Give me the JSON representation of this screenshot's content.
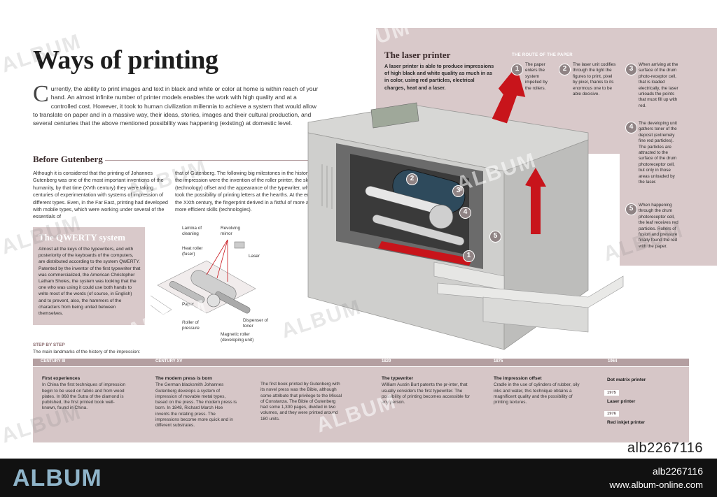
{
  "title": "Ways of printing",
  "intro": {
    "dropcap": "C",
    "text": "urrently, the ability to print images and text in black and white or color at home is within reach of your hand. An almost infinite number of printer models enables the work with high quality and at a controlled cost. However, it took to human civilization millennia to achieve a system that would allow to translate on paper and in a massive way, their ideas, stories, images and their cultural production, and several centuries that the above mentioned possibility was happening (existing) at domestic level."
  },
  "gutenberg": {
    "heading": "Before Gutenberg",
    "col1": "Although it is considered that the printing of Johannes Gutenberg was one of the most important inventions of the humanity, by that time (XVth century) they were taking centuries of experimentation with systems of impression of different types. Even, in the Far East, printing had developed with mobile types, which were working under several of the essentials of",
    "col2": "that of Gutenberg. The following big milestones in the history of the impression were the invention of the roller printer, the skill (technology) offset and the appearance of the typewriter, which took the possibility of printing letters at the hearths. At the end of the XXth century, the fingerprint derived in a fistful of more and more efficient skills (technologies)."
  },
  "qwerty": {
    "heading": "The QWERTY system",
    "text": "Almost all the keys of the typewriters, and with posteriority of the keyboards of the computers, are distributed according to the system QWERTY. Patented by the inventor of the first typewriter that was commercialized, the American Christopher Latham Sholes, the system was looking that the one who was using it could use both hands to write most of the words (of course, in English) and to prevent, also, the hammers of the characters from being united between themselves."
  },
  "diagram_labels": {
    "lamina": "Lamina of cleaning",
    "mirror": "Revolving mirror",
    "heat": "Heat roller (fuser)",
    "laser": "Laser",
    "paper": "Paper",
    "roller": "Roller of pressure",
    "magnetic": "Magnetic roller (developing unit)",
    "dispenser": "Dispenser of toner"
  },
  "laser": {
    "heading": "The laser printer",
    "text": "A laser printer is able to produce impressions of high black and white quality as much in as in color, using red particles, electrical charges, heat and a laser."
  },
  "route": {
    "title": "THE ROUTE OF THE PAPER",
    "steps": [
      {
        "num": "1",
        "text": "The paper enters the system impelled by the rollers."
      },
      {
        "num": "2",
        "text": "The laser unit codifies through the light the figures to print, pixel by pixel, thanks to its enormous one to be able decisive."
      },
      {
        "num": "3",
        "text": "When arriving at the surface of the drum photo-receptor cell, that is loaded electrically, the laser unloads the points that must fill up with red."
      },
      {
        "num": "4",
        "text": "The developing unit gathers toner of the deposit (extremely fine red particles). The particles are attracted to the surface of the drum photoreceptor cell, but only in those areas unloaded by the laser."
      },
      {
        "num": "5",
        "text": "When happening through the drum photoreceptor cell, the leaf receives red particles. Rollers of fusion and pressure finally found the red with the paper."
      }
    ]
  },
  "timeline": {
    "label": "STEP BY STEP",
    "subtitle": "The main landmarks of the history of the impression:",
    "periods": [
      "CENTURY III",
      "CENTURY XV",
      "1829",
      "1875",
      "1964"
    ],
    "entries": [
      {
        "title": "First experiences",
        "text": "In China the first techniques of impression begin to be used on fabric and from wood plates. In 868 the Sutra of the diamond is published, the first printed book well-known, found in China."
      },
      {
        "title": "The modern press is born",
        "text": "The German blacksmith Johannes Gutenberg develops a system of impression of movable metal types, based on the press. The modern press is born. In 1848, Richard March Hoe invents the rotating press. The impressions become more quick and in different substrates."
      },
      {
        "title": "",
        "text": "The first book printed by Gutenberg with its novel press was the Bible, although some attribute that privilege to the Missal of Constanza. The Bible of Gutenberg had some 1,300 pages, divided in two volumes, and they were printed around 180 units."
      },
      {
        "title": "The typewriter",
        "text": "William Austin Burt patents the pr-inter, that usually considers the first typewriter. The possibility of printing becomes accessible for any person."
      },
      {
        "title": "The impression offset",
        "text": "Cradle in the use of cylinders of rubber, oily inks and water, this technique obtains a magnificent quality and the possibility of printing textures."
      }
    ],
    "right": [
      {
        "title": "Dot matrix printer"
      },
      {
        "year": "1975",
        "title": "Laser printer"
      },
      {
        "year": "1976",
        "title": "Red inkjet printer"
      }
    ]
  },
  "watermark": "ALBUM",
  "stock_id": "alb2267116",
  "footer": {
    "logo": "ALBUM",
    "id": "alb2267116",
    "url": "www.album-online.com"
  },
  "colors": {
    "pink": "#d9c9ca",
    "timebar": "#b49fa1",
    "red": "#c8141b",
    "footer": "#111111",
    "logo": "#8fb4c9"
  }
}
